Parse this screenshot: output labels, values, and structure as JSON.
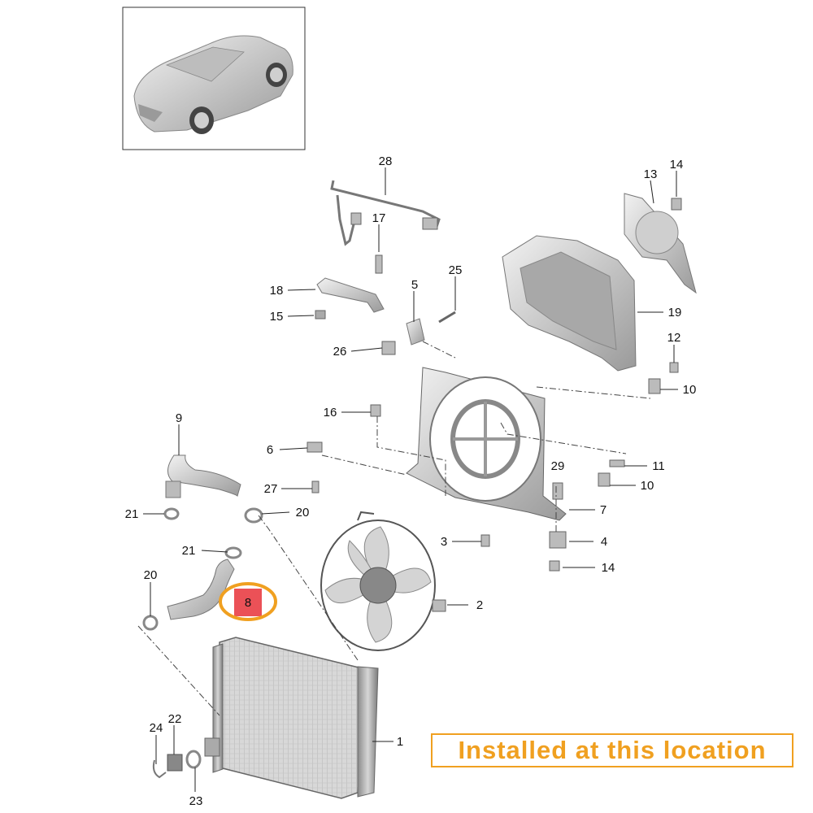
{
  "diagram": {
    "callouts": [
      {
        "id": "c28",
        "label": "28"
      },
      {
        "id": "c17",
        "label": "17"
      },
      {
        "id": "c18",
        "label": "18"
      },
      {
        "id": "c15",
        "label": "15"
      },
      {
        "id": "c5",
        "label": "5"
      },
      {
        "id": "c25",
        "label": "25"
      },
      {
        "id": "c26",
        "label": "26"
      },
      {
        "id": "c13",
        "label": "13"
      },
      {
        "id": "c14a",
        "label": "14"
      },
      {
        "id": "c19",
        "label": "19"
      },
      {
        "id": "c12",
        "label": "12"
      },
      {
        "id": "c10a",
        "label": "10"
      },
      {
        "id": "c16",
        "label": "16"
      },
      {
        "id": "c9",
        "label": "9"
      },
      {
        "id": "c6",
        "label": "6"
      },
      {
        "id": "c27",
        "label": "27"
      },
      {
        "id": "c11",
        "label": "11"
      },
      {
        "id": "c29",
        "label": "29"
      },
      {
        "id": "c10b",
        "label": "10"
      },
      {
        "id": "c7",
        "label": "7"
      },
      {
        "id": "c21a",
        "label": "21"
      },
      {
        "id": "c20a",
        "label": "20"
      },
      {
        "id": "c3",
        "label": "3"
      },
      {
        "id": "c4",
        "label": "4"
      },
      {
        "id": "c21b",
        "label": "21"
      },
      {
        "id": "c14b",
        "label": "14"
      },
      {
        "id": "c20b",
        "label": "20"
      },
      {
        "id": "c8",
        "label": "8"
      },
      {
        "id": "c2",
        "label": "2"
      },
      {
        "id": "c1",
        "label": "1"
      },
      {
        "id": "c24",
        "label": "24"
      },
      {
        "id": "c22",
        "label": "22"
      },
      {
        "id": "c23",
        "label": "23"
      }
    ],
    "highlight_color": "#f0a020",
    "highlight_fill": "#e8323a",
    "note": "Installed at this location"
  }
}
